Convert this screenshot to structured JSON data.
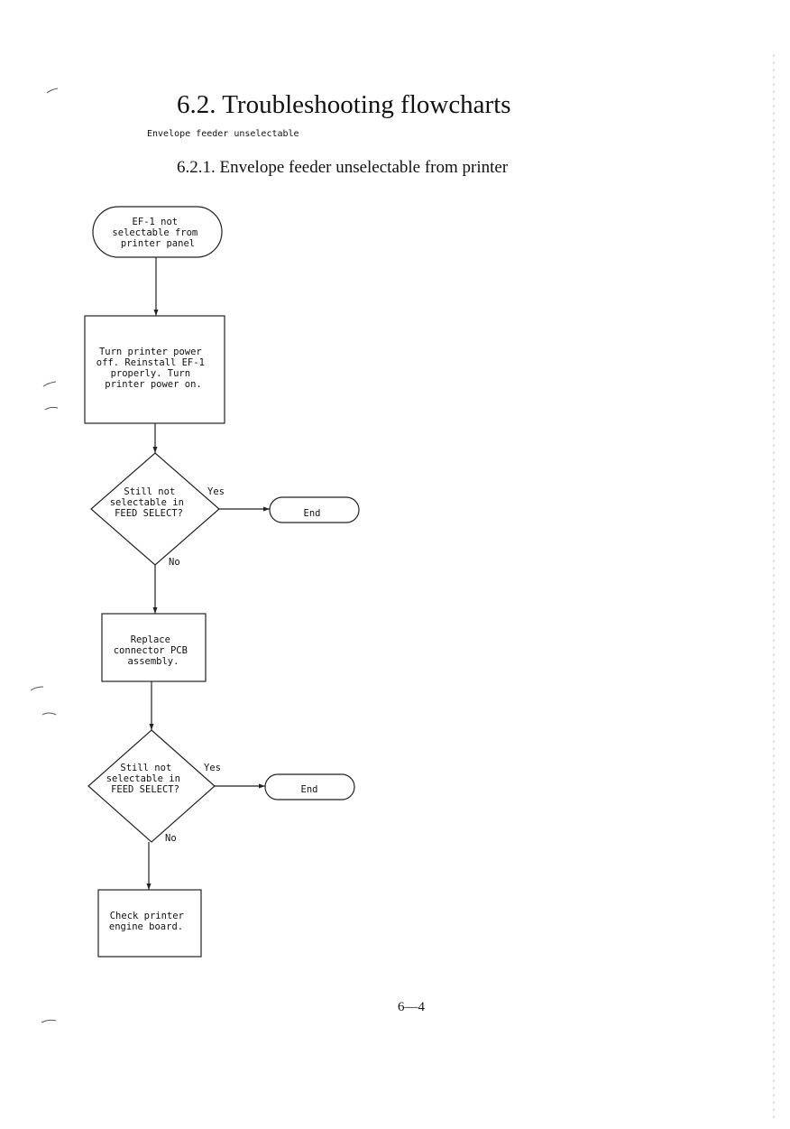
{
  "header": {
    "title": "6.2. Troubleshooting flowcharts",
    "subtitle": "Envelope feeder unselectable",
    "section_title": "6.2.1. Envelope feeder unselectable from printer"
  },
  "flowchart": {
    "start": {
      "lines": [
        "EF-1 not",
        "selectable from",
        "printer panel"
      ]
    },
    "step1": {
      "lines": [
        "Turn printer power",
        "off. Reinstall EF-1",
        "properly. Turn",
        "printer power on."
      ]
    },
    "decision1": {
      "lines": [
        "Still not",
        "selectable in",
        "FEED SELECT?"
      ],
      "yes": "Yes",
      "no": "No"
    },
    "end1": {
      "label": "End"
    },
    "step2": {
      "lines": [
        "Replace",
        "connector PCB",
        "assembly."
      ]
    },
    "decision2": {
      "lines": [
        "Still not",
        "selectable in",
        "FEED SELECT?"
      ],
      "yes": "Yes",
      "no": "No"
    },
    "end2": {
      "label": "End"
    },
    "step3": {
      "lines": [
        "Check printer",
        "engine board."
      ]
    }
  },
  "footer": {
    "page_number": "6—4"
  }
}
